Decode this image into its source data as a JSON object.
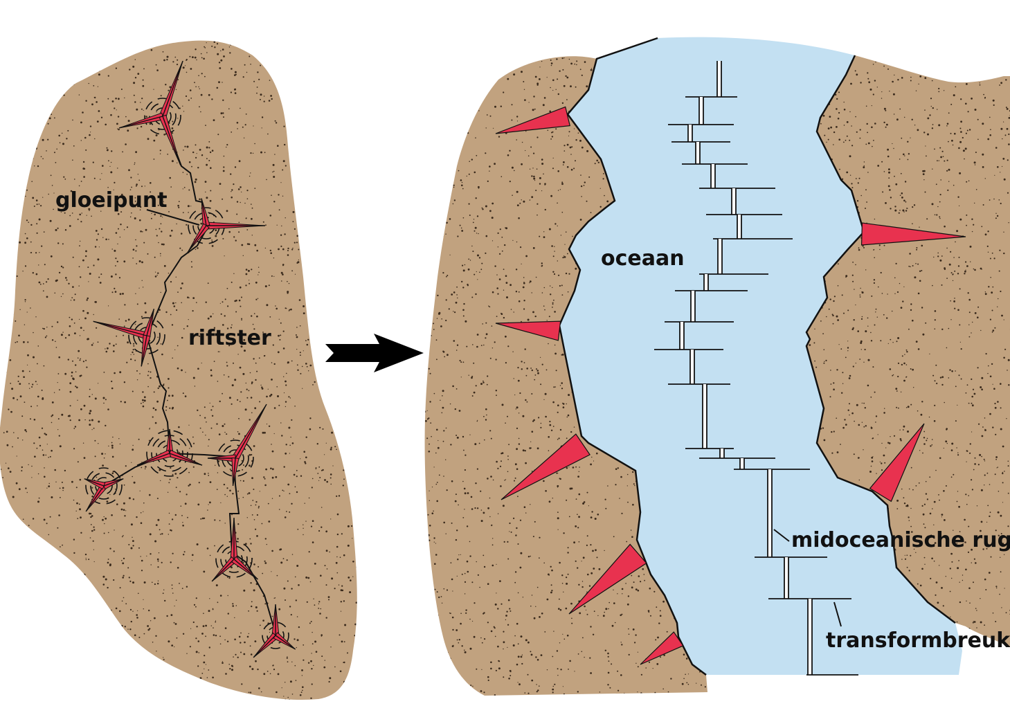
{
  "colors": {
    "continent": "#c1a27f",
    "ocean": "#c3e0f2",
    "rift_red": "#e8324f",
    "outline": "#111111",
    "speckle": "#3a2a1c"
  },
  "labels": {
    "gloeipunt": "gloeipunt",
    "riftster": "riftster",
    "oceaan": "oceaan",
    "midoceanische_rug": "midoceanische rug",
    "transformbreuk": "transformbreuk"
  },
  "icons": {
    "arrow": "right-arrow-icon"
  }
}
